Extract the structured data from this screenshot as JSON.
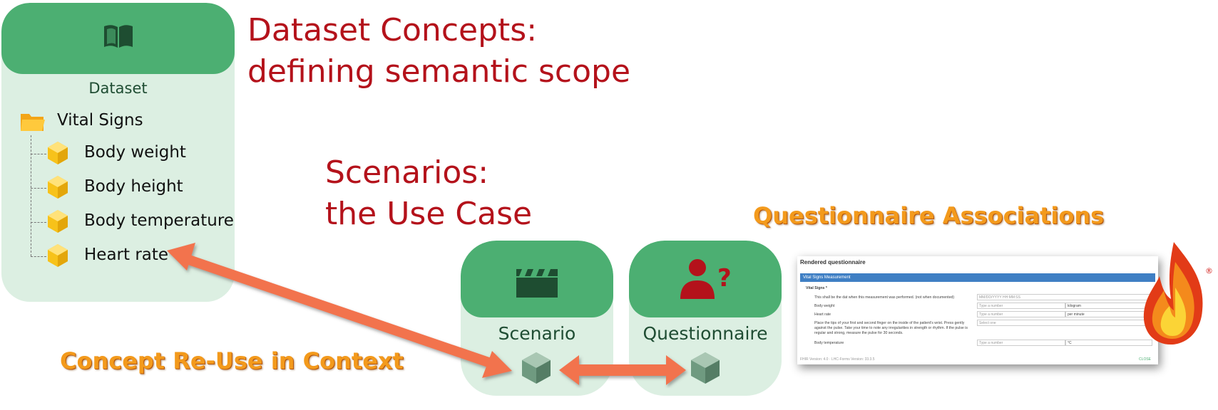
{
  "headlines": {
    "dataset_concepts_line1": "Dataset Concepts:",
    "dataset_concepts_line2": "defining semantic scope",
    "scenarios_line1": "Scenarios:",
    "scenarios_line2": "the Use Case"
  },
  "orange_titles": {
    "questionnaire_associations": "Questionnaire Associations",
    "concept_reuse": "Concept Re-Use in Context"
  },
  "dataset_card": {
    "icon": "book-icon",
    "title": "Dataset",
    "group": {
      "icon": "folder-icon",
      "label": "Vital Signs"
    },
    "items": [
      {
        "icon": "concept-cube-icon",
        "label": "Body weight"
      },
      {
        "icon": "concept-cube-icon",
        "label": "Body height"
      },
      {
        "icon": "concept-cube-icon",
        "label": "Body temperature"
      },
      {
        "icon": "concept-cube-icon",
        "label": "Heart rate"
      }
    ]
  },
  "scenario_card": {
    "icon": "clapperboard-icon",
    "label": "Scenario",
    "element_icon": "concept-cube-icon"
  },
  "questionnaire_card": {
    "icon": "person-question-icon",
    "label": "Questionnaire",
    "element_icon": "concept-cube-icon"
  },
  "questionnaire_preview": {
    "title": "Rendered questionnaire",
    "bar": "Vital Signs Measurement",
    "group": "Vital Signs *",
    "rows": [
      {
        "label": "This shall be the dat when this measurement was performed. (not when documented)",
        "field": "MM/DD/YYYY HH:MM:SS",
        "unit": ""
      },
      {
        "label": "Body weight",
        "field": "Type a number",
        "unit": "kilogram"
      },
      {
        "label": "Heart rate",
        "field": "Type a number",
        "unit": "per minute"
      },
      {
        "label": "Place the tips of your first and second finger on the inside of the patient's wrist. Press gently",
        "field": "Select one",
        "unit": ""
      },
      {
        "label": "against the pulse. Take your time to note any irregularities in strength or rhythm. If the pulse is",
        "field": "",
        "unit": ""
      },
      {
        "label": "regular and strong, measure the pulse for 30 seconds.",
        "field": "",
        "unit": ""
      },
      {
        "label": "Body temperature",
        "field": "Type a number",
        "unit": "°C"
      }
    ],
    "footer": "FHIR Version: 4.0 · LHC-Forms Version: 33.3.5",
    "close": "CLOSE"
  },
  "fhir_logo": {
    "icon": "fhir-flame-logo",
    "mark": "®"
  },
  "colors": {
    "card_green": "#4caf72",
    "card_light": "#dcefe2",
    "headline_red": "#b4121b",
    "orange": "#f39a1c",
    "arrow_orange": "#f2734e",
    "cube_yellow": "#f7c21a"
  }
}
